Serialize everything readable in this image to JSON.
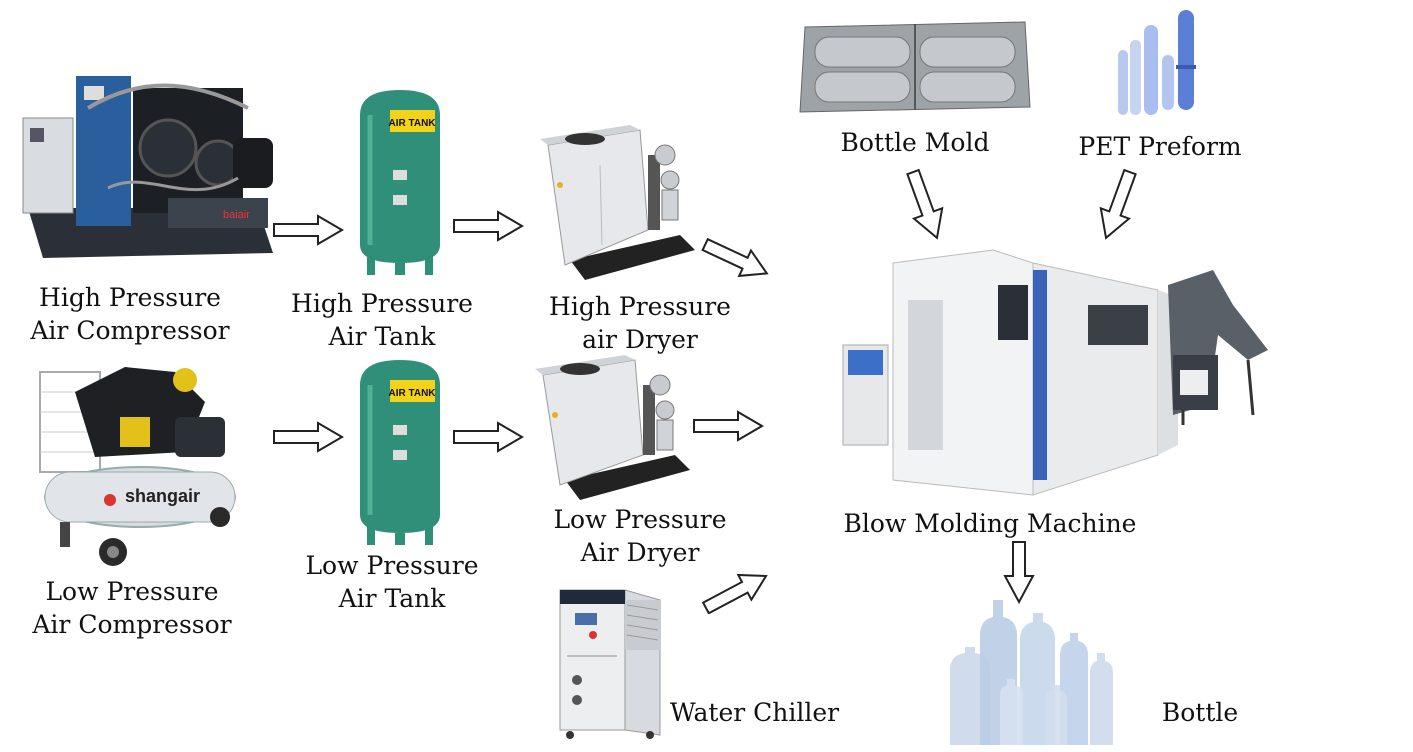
{
  "labels": {
    "hp_compressor": [
      "High Pressure",
      "Air Compressor"
    ],
    "hp_tank": [
      "High Pressure",
      "Air Tank"
    ],
    "hp_dryer": [
      "High Pressure",
      "air Dryer"
    ],
    "lp_compressor": [
      "Low Pressure",
      "Air Compressor"
    ],
    "lp_tank": [
      "Low Pressure",
      "Air Tank"
    ],
    "lp_dryer": [
      "Low Pressure",
      "Air Dryer"
    ],
    "mold": "Bottle Mold",
    "preform": "PET Preform",
    "blow_machine": "Blow Molding Machine",
    "chiller": "Water Chiller",
    "bottle": "Bottle"
  },
  "equipment_marks": {
    "tank_brand": "AIR TANK",
    "compressor_brand": "shangair"
  },
  "colors": {
    "tank_green": "#2f8f78",
    "compressor_blue": "#2a5f9e",
    "machine_blue": "#3a63b8",
    "preform_blue": "#5b7fd6",
    "arrow_stroke": "#222222"
  }
}
